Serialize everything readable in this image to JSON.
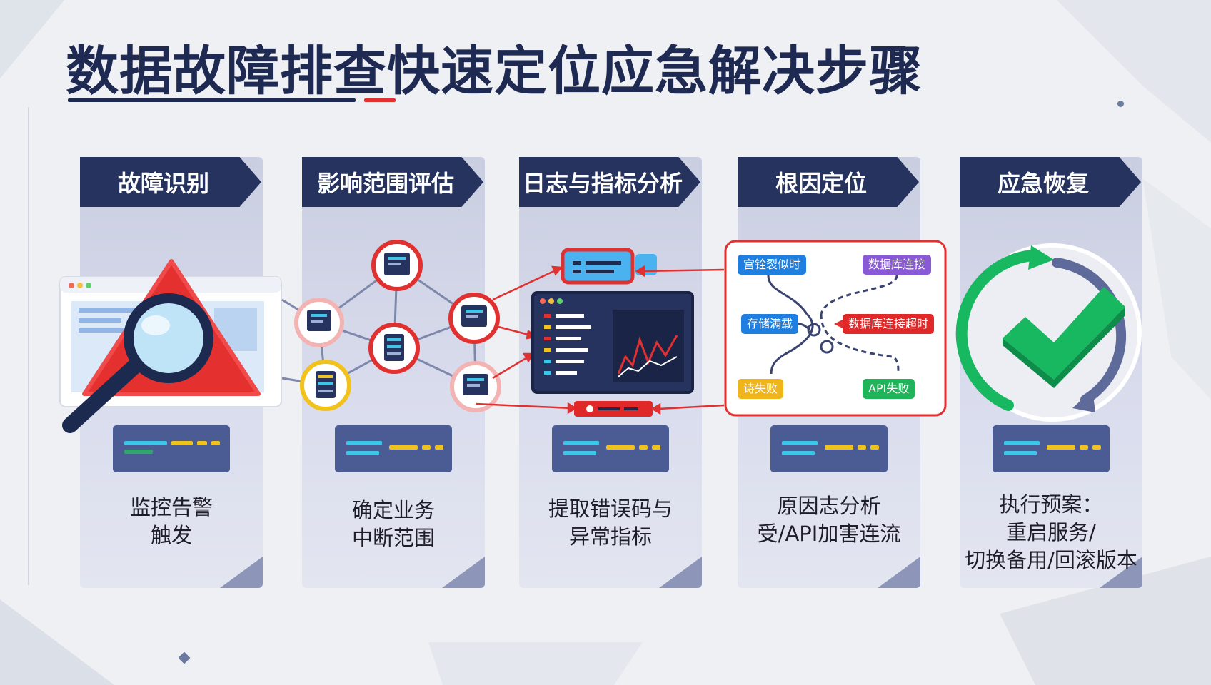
{
  "title": "数据故障排查快速定位应急解决步骤",
  "steps": [
    {
      "header": "故障识别",
      "label_lines": [
        "监控告警",
        "触发"
      ]
    },
    {
      "header": "影响范围评估",
      "label_lines": [
        "确定业务",
        "中断范围"
      ]
    },
    {
      "header": "日志与指标分析",
      "label_lines": [
        "提取错误码与",
        "异常指标"
      ]
    },
    {
      "header": "根因定位",
      "label_lines": [
        "原因志分析",
        "受/API加害连流"
      ]
    },
    {
      "header": "应急恢复",
      "label_lines": [
        "执行预案：",
        "重启服务/",
        "切换备用/回滚版本"
      ]
    }
  ],
  "root_cause_tags": [
    {
      "text": "宫铨裂似时",
      "color": "#1e7fe0"
    },
    {
      "text": "数据库连接",
      "color": "#8a5ad6"
    },
    {
      "text": "存储满载",
      "color": "#1e7fe0"
    },
    {
      "text": "数据库连接超时",
      "color": "#e02828"
    },
    {
      "text": "诗失败",
      "color": "#f1b51c"
    },
    {
      "text": "API失败",
      "color": "#1fb35a"
    }
  ],
  "colors": {
    "navy": "#26335f",
    "alert_red": "#e02828",
    "check_green": "#17b860",
    "highlight_yellow": "#f1c21b"
  },
  "icons": {
    "step1": "warning-magnifier-icon",
    "step2": "network-servers-icon",
    "step3": "log-dashboard-icon",
    "step4": "root-cause-tree-icon",
    "step5": "recovery-check-icon"
  }
}
